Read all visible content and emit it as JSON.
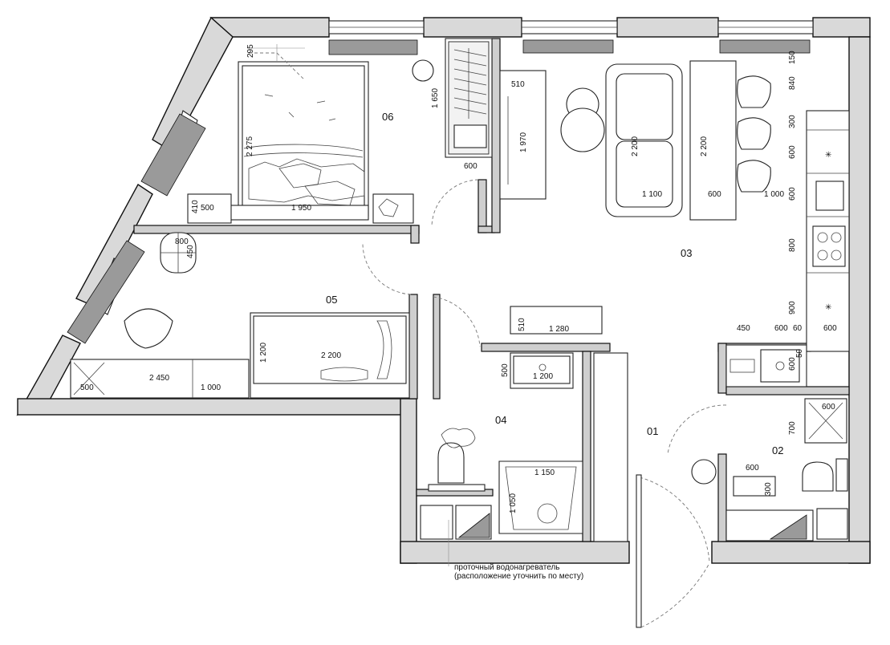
{
  "rooms": {
    "r01": "01",
    "r02": "02",
    "r03": "03",
    "r04": "04",
    "r05": "05",
    "r06": "06"
  },
  "dimensions": {
    "d295": "295",
    "d1650": "1 650",
    "d510a": "510",
    "d1970": "1 970",
    "d600a": "600",
    "d2275": "2 275",
    "d1950": "1 950",
    "d410": "410",
    "d500a": "500",
    "d2200a": "2 200",
    "d1100": "1 100",
    "d2200b": "2 200",
    "d600b": "600",
    "d1000a": "1 000",
    "d150": "150",
    "d840": "840",
    "d300a": "300",
    "d600c": "600",
    "d600d": "600",
    "d800a": "800",
    "d450a": "450",
    "d800b": "800",
    "d900": "900",
    "d450b": "450",
    "d600e": "600",
    "d60": "60",
    "d600f": "600",
    "d600g": "600",
    "d50": "50",
    "d510b": "510",
    "d1280": "1 280",
    "d500b": "500",
    "d1200a": "1 200",
    "d1200b": "1 200",
    "d2200c": "2 200",
    "d2450": "2 450",
    "d1000b": "1 000",
    "d500c": "500",
    "d1150": "1 150",
    "d1050": "1 050",
    "d700": "700",
    "d600h": "600",
    "d600i": "600",
    "d300b": "300"
  },
  "note": {
    "line1": "проточный водонагреватель",
    "line2": "(расположение уточнить по месту)"
  },
  "colors": {
    "wall": "#d9d9d9",
    "line": "#111111",
    "radiator": "#9a9a9a"
  }
}
